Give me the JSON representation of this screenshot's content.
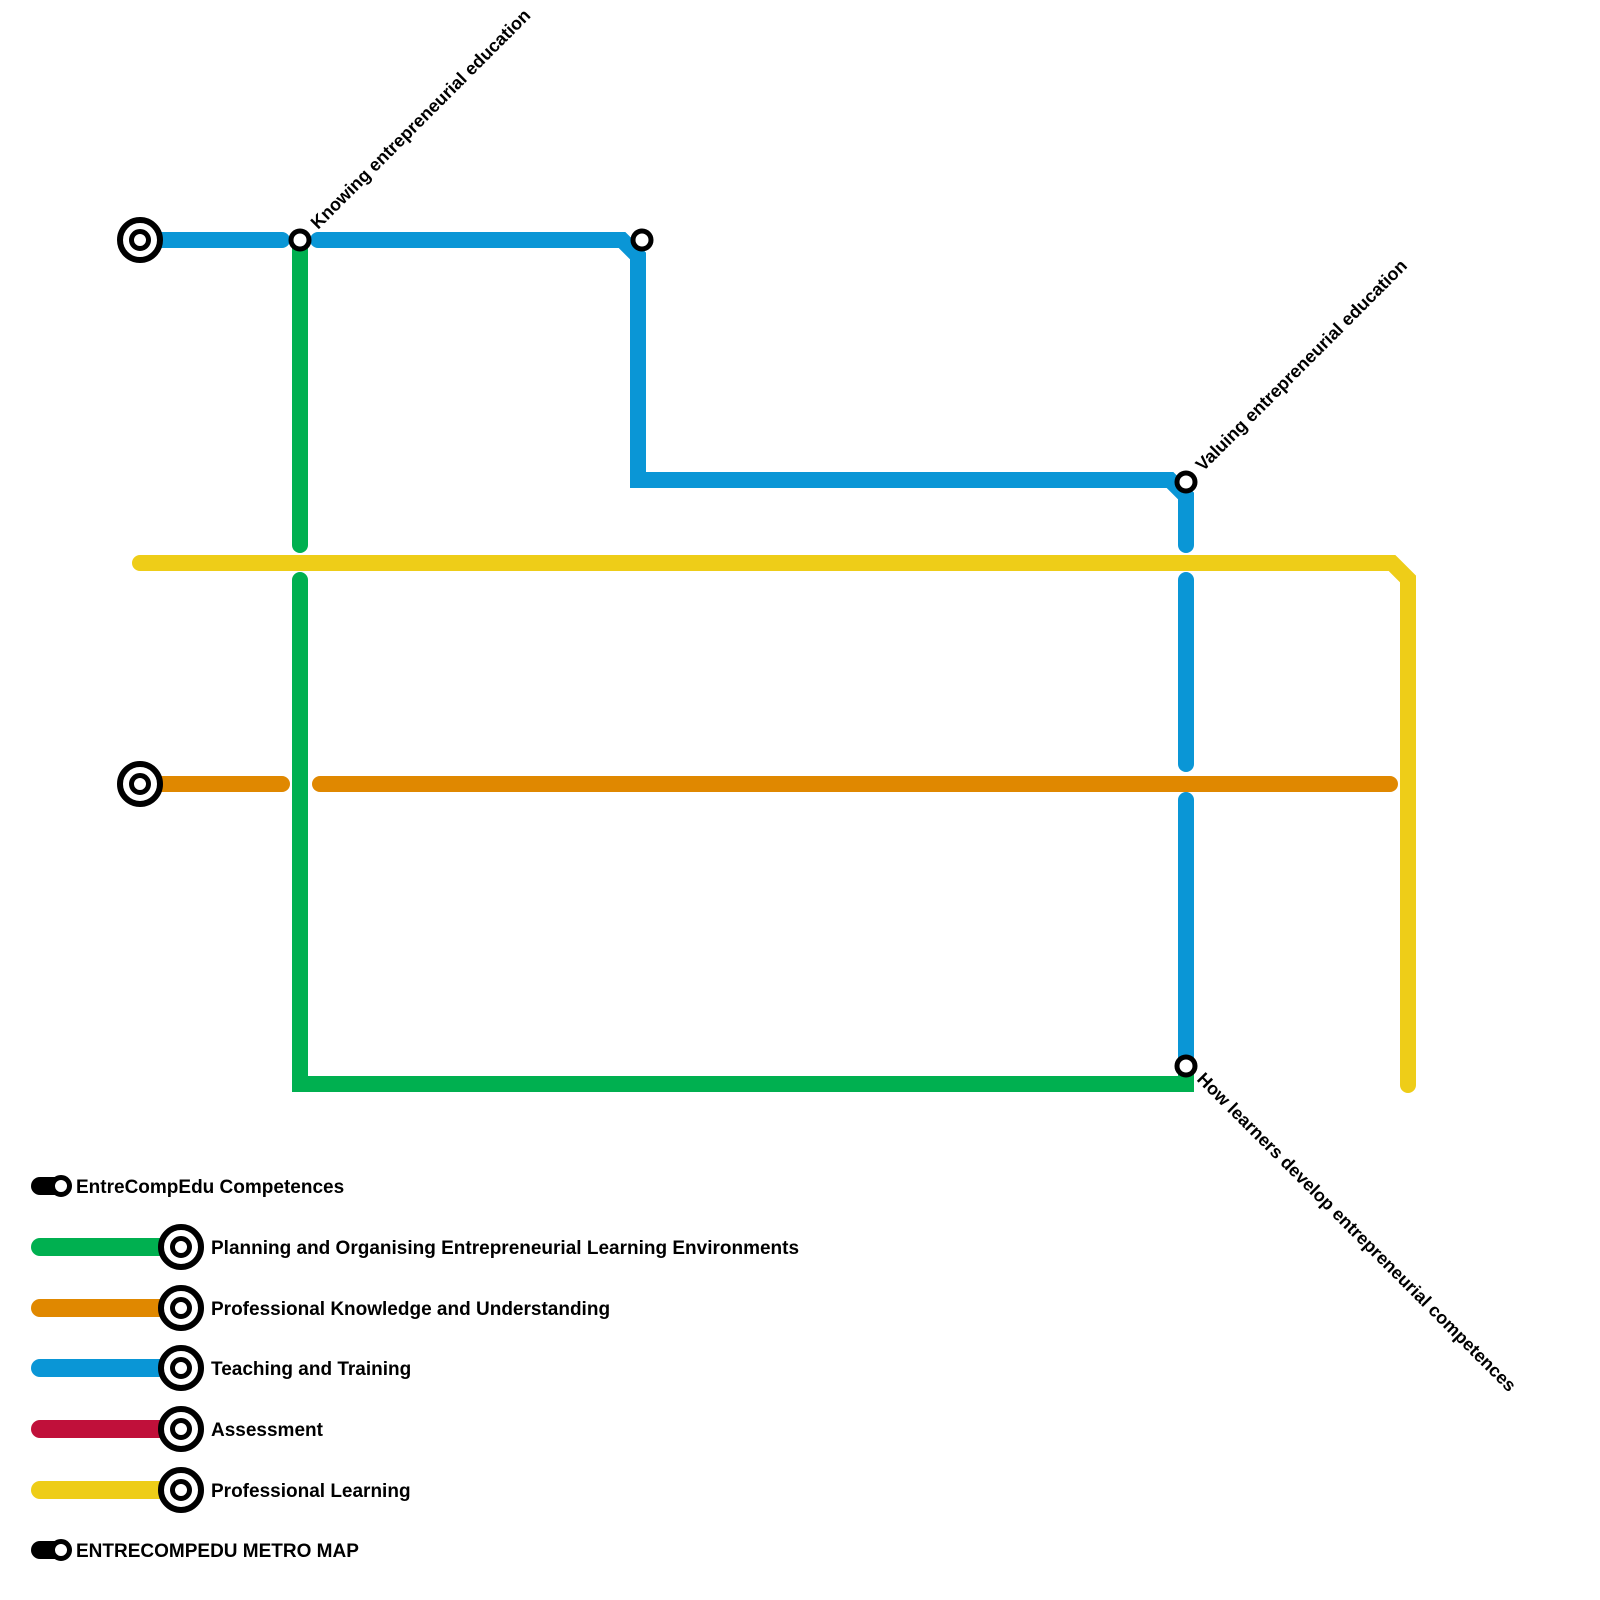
{
  "colors": {
    "green": "#00b050",
    "orange": "#e08800",
    "blue": "#0a96d6",
    "red": "#c0103a",
    "yellow": "#eecd18",
    "black": "#000000"
  },
  "stations": {
    "knowing": "Knowing entrepreneurial education",
    "valuing": "Valuing entrepreneurial education",
    "how_learners": "How learners develop entrepreneurial competences"
  },
  "legend": {
    "competences_label": "EntreCompEdu Competences",
    "items": [
      {
        "label": "Planning and Organising Entrepreneurial Learning Environments",
        "color": "green"
      },
      {
        "label": "Professional Knowledge and Understanding",
        "color": "orange"
      },
      {
        "label": "Teaching and Training",
        "color": "blue"
      },
      {
        "label": "Assessment",
        "color": "red"
      },
      {
        "label": "Professional Learning",
        "color": "yellow"
      }
    ],
    "map_title": "ENTRECOMPEDU METRO MAP"
  }
}
